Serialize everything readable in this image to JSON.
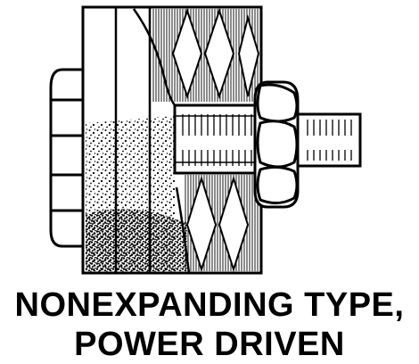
{
  "caption": {
    "line1": "NONEXPANDING TYPE,",
    "line2": "POWER DRIVEN"
  },
  "colors": {
    "ink": "#000000",
    "paper": "#ffffff"
  },
  "icons": {
    "figure": "nonexpanding-power-driven-anchor-illustration"
  }
}
